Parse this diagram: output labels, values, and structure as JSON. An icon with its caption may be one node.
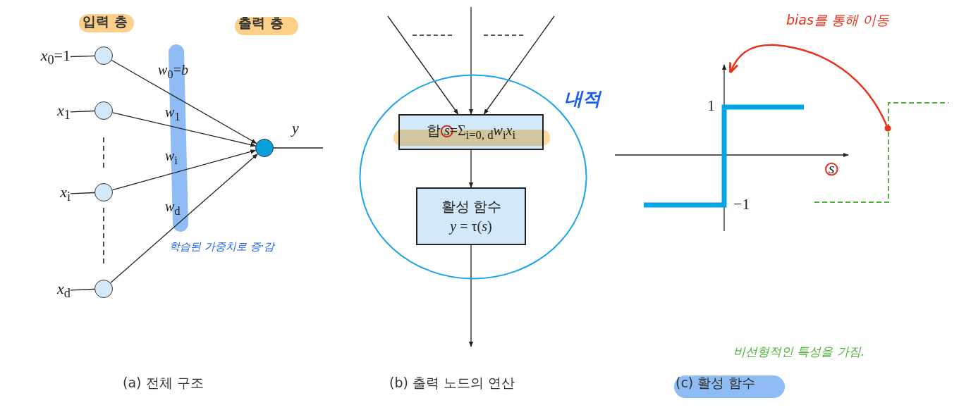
{
  "diagram": {
    "nodes": [
      {
        "text": [
          "*x*$_{0}$=1"
        ]
      },
      {
        "text": [],
        "shape": "circle"
      },
      {
        "text": [
          "*x*$_{1}$"
        ]
      },
      {
        "text": [],
        "shape": "circle"
      },
      {
        "text": [
          "*x*$_{i}$"
        ]
      },
      {
        "text": [],
        "shape": "circle"
      },
      {
        "text": [
          "*x*$_{d}$"
        ]
      },
      {
        "text": [],
        "shape": "circle"
      },
      {
        "text": [],
        "shape": "circle"
      },
      {
        "text": [],
        "shape": "circle"
      },
      {
        "text": [
          "합 *s*=Σ$_{i=0, d}$*w*$_{i}$*x*$_{i}$"
        ],
        "in": 9
      },
      {
        "text": [
          "활성 함수",
          "*y* = τ(*s*)"
        ],
        "in": 9
      }
    ],
    "edges": [
      {
        "from": 0,
        "to": 1,
        "arrow": "none"
      },
      {
        "from": 2,
        "to": 3,
        "arrow": "none"
      },
      {
        "from": 4,
        "to": 5,
        "arrow": "none"
      },
      {
        "from": 6,
        "to": 7,
        "arrow": "none"
      },
      {
        "from": 1,
        "to": 8,
        "arrow": "to",
        "label": "*w*$_{0}$=*b*"
      },
      {
        "from": 3,
        "to": 8,
        "arrow": "to",
        "label": "*w*$_{1}$"
      },
      {
        "from": 5,
        "to": 8,
        "arrow": "to",
        "label": "*w*$_{i}$"
      },
      {
        "from": 7,
        "to": 8,
        "arrow": "to",
        "label": "*w*$_{d}$"
      },
      {
        "from": 8,
        "to": null,
        "arrow": "none"
      },
      {
        "from": null,
        "to": 10,
        "arrow": "to"
      },
      {
        "from": null,
        "to": 10,
        "arrow": "to"
      },
      {
        "from": null,
        "to": 10,
        "arrow": "to"
      },
      {
        "from": 10,
        "to": 11,
        "arrow": "to"
      },
      {
        "from": 11,
        "to": null,
        "arrow": "to"
      }
    ],
    "labels": [
      "입력 층",
      "출력 층",
      "bias를 통해 이동",
      "y",
      "1",
      "내적",
      "s",
      "−1",
      "학습된 가중치로 증·감",
      "비선형적인 특성을 가짐.",
      "(a) 전체 구조",
      "(b) 출력 노드의 연산",
      "(c) 활성 함수"
    ]
  }
}
